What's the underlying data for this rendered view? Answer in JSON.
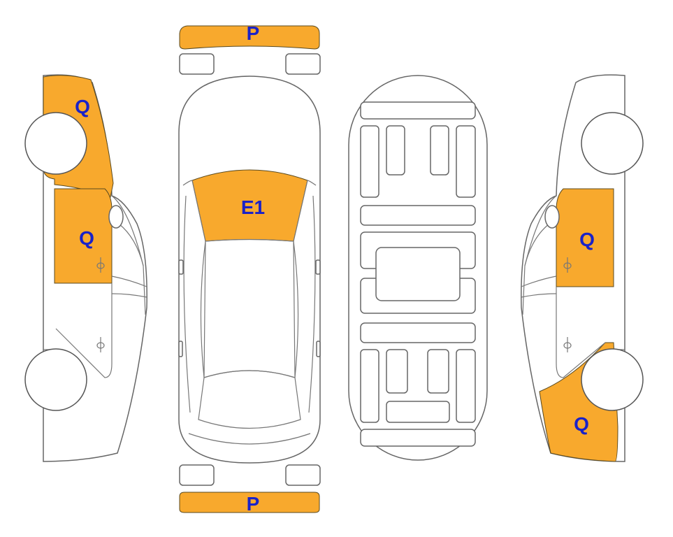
{
  "colors": {
    "damage_fill": "#f8a92d",
    "label_color": "#1a22c8",
    "outline": "#666666"
  },
  "markers": {
    "front_bumper": "P",
    "rear_bumper": "P",
    "windshield": "E1",
    "left_front_fender": "Q",
    "left_front_door": "Q",
    "right_front_door": "Q",
    "right_rear_quarter": "Q"
  }
}
